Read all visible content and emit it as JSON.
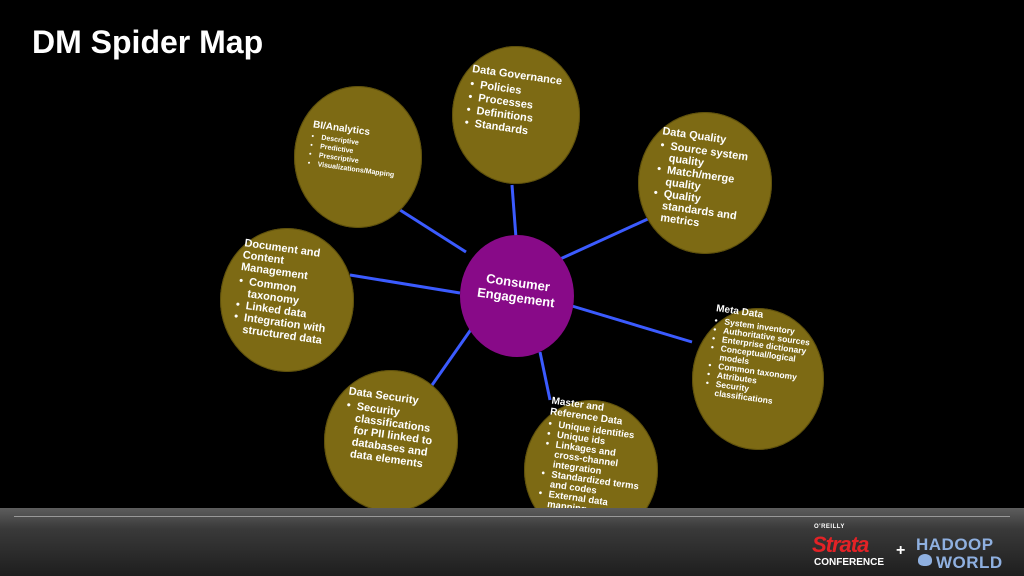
{
  "slide": {
    "title": "DM Spider Map"
  },
  "center": {
    "label": "Consumer Engagement"
  },
  "nodes": {
    "data_governance": {
      "header": "Data Governance",
      "items": [
        "Policies",
        "Processes",
        "Definitions",
        "Standards"
      ]
    },
    "bi_analytics": {
      "header": "BI/Analytics",
      "items": [
        "Descriptive",
        "Predictive",
        "Prescriptive",
        "Visualizations/Mapping"
      ]
    },
    "data_quality": {
      "header": "Data Quality",
      "items": [
        "Source system quality",
        "Match/merge quality",
        "Quality standards and metrics"
      ]
    },
    "document_content": {
      "header": "Document and Content Management",
      "items": [
        "Common taxonomy",
        "Linked data",
        "Integration with structured data"
      ]
    },
    "meta_data": {
      "header": "Meta Data",
      "items": [
        "System inventory",
        "Authoritative sources",
        "Enterprise dictionary",
        "Conceptual/logical models",
        "Common taxonomy",
        "Attributes",
        "Security classifications"
      ]
    },
    "data_security": {
      "header": "Data Security",
      "items": [
        "Security classifications for PII linked to databases and data elements"
      ]
    },
    "master_reference": {
      "header": "Master and Reference Data",
      "items": [
        "Unique identities",
        "Unique ids",
        "Linkages and cross-channel integration",
        "Standardized terms and codes",
        "External data mapping"
      ]
    }
  },
  "logos": {
    "oreilly": "O'REILLY",
    "strata": "Strata",
    "conference": "CONFERENCE",
    "plus": "+",
    "hadoop": "HADOOP",
    "world": "WORLD"
  },
  "colors": {
    "node": "#7d6a14",
    "center": "#880a88",
    "connector": "#3b5bff",
    "strata_red": "#e32226",
    "hadoop_blue": "#8fb0e0"
  }
}
